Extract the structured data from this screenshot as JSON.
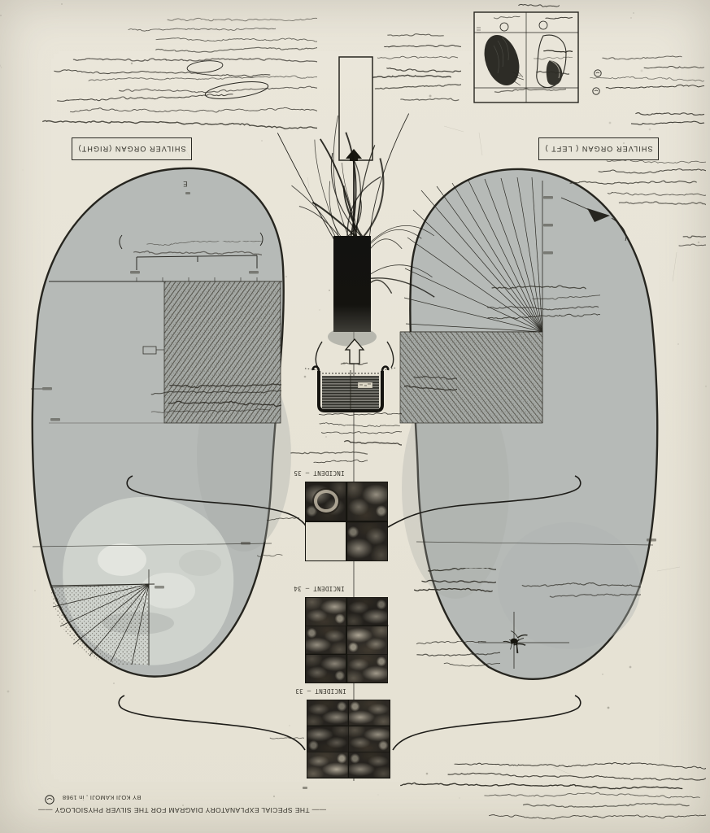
{
  "artwork": {
    "title": "—— THE SPECIAL EXPLANATORY DIAGRAM FOR THE SILVER PHYSIOLOGY ——",
    "byline": "BY KOJI KAMOJI , in 1968"
  },
  "labels": {
    "organ_right": "SHILVER ORGAN (RIGHT)",
    "organ_left": "SHILVER ORGAN ( LEFT )",
    "lung_marker": "E"
  },
  "incidents": [
    {
      "label": "INCIDENT — 35",
      "cols": 2,
      "cells": [
        "photo",
        "photo",
        "blank",
        "photo"
      ]
    },
    {
      "label": "INCIDENT — 34",
      "cols": 2,
      "cells": [
        "photo",
        "photo",
        "photo",
        "photo",
        "photo",
        "photo"
      ]
    },
    {
      "label": "INCIDENT — 33",
      "cols": 2,
      "cells": [
        "photo",
        "photo",
        "photo",
        "photo",
        "photo",
        "photo"
      ]
    }
  ],
  "colors": {
    "paper": "#e8e4d8",
    "ink": "#26251f",
    "organ_gray": "#b6bab7",
    "photo_dark": "#292621"
  }
}
